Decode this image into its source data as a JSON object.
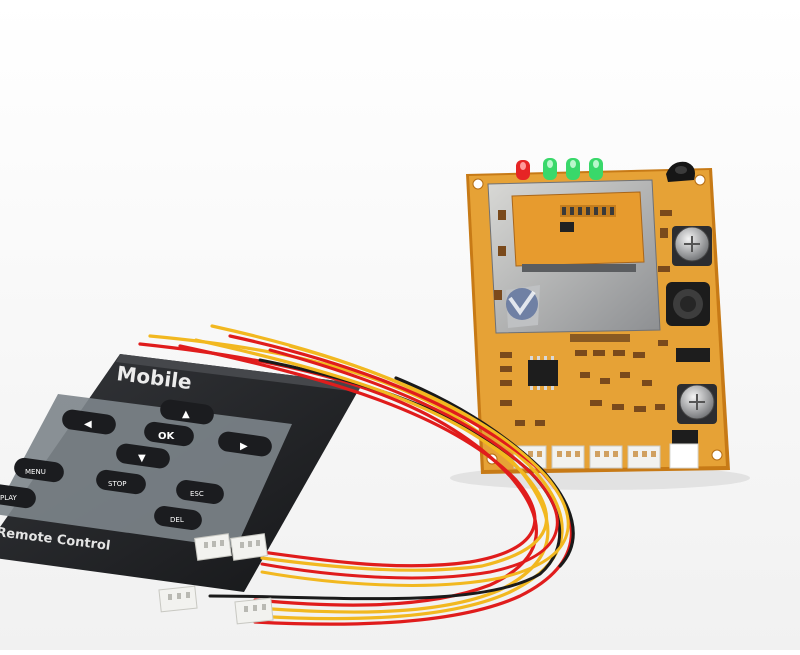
{
  "remote": {
    "brand": "Mobile",
    "footer": "Remote Control",
    "buttons": {
      "left": "◀",
      "up": "▲",
      "ok": "OK",
      "right": "▶",
      "down": "▼",
      "menu": "MENU",
      "stop": "STOP",
      "esc": "ESC",
      "play": "PLAY",
      "del": "DEL"
    }
  },
  "colors": {
    "background": "#ffffff",
    "remote_body": "#1e1f22",
    "remote_panel": "#7d858b",
    "pcb": "#e39a2c",
    "pcb_edge": "#c77a16",
    "wire_red": "#e01c1c",
    "wire_yellow": "#f2b820",
    "wire_black": "#1a1a1a",
    "connector": "#f2f2ef",
    "led_red": "#e62525",
    "led_green": "#39d86a"
  }
}
